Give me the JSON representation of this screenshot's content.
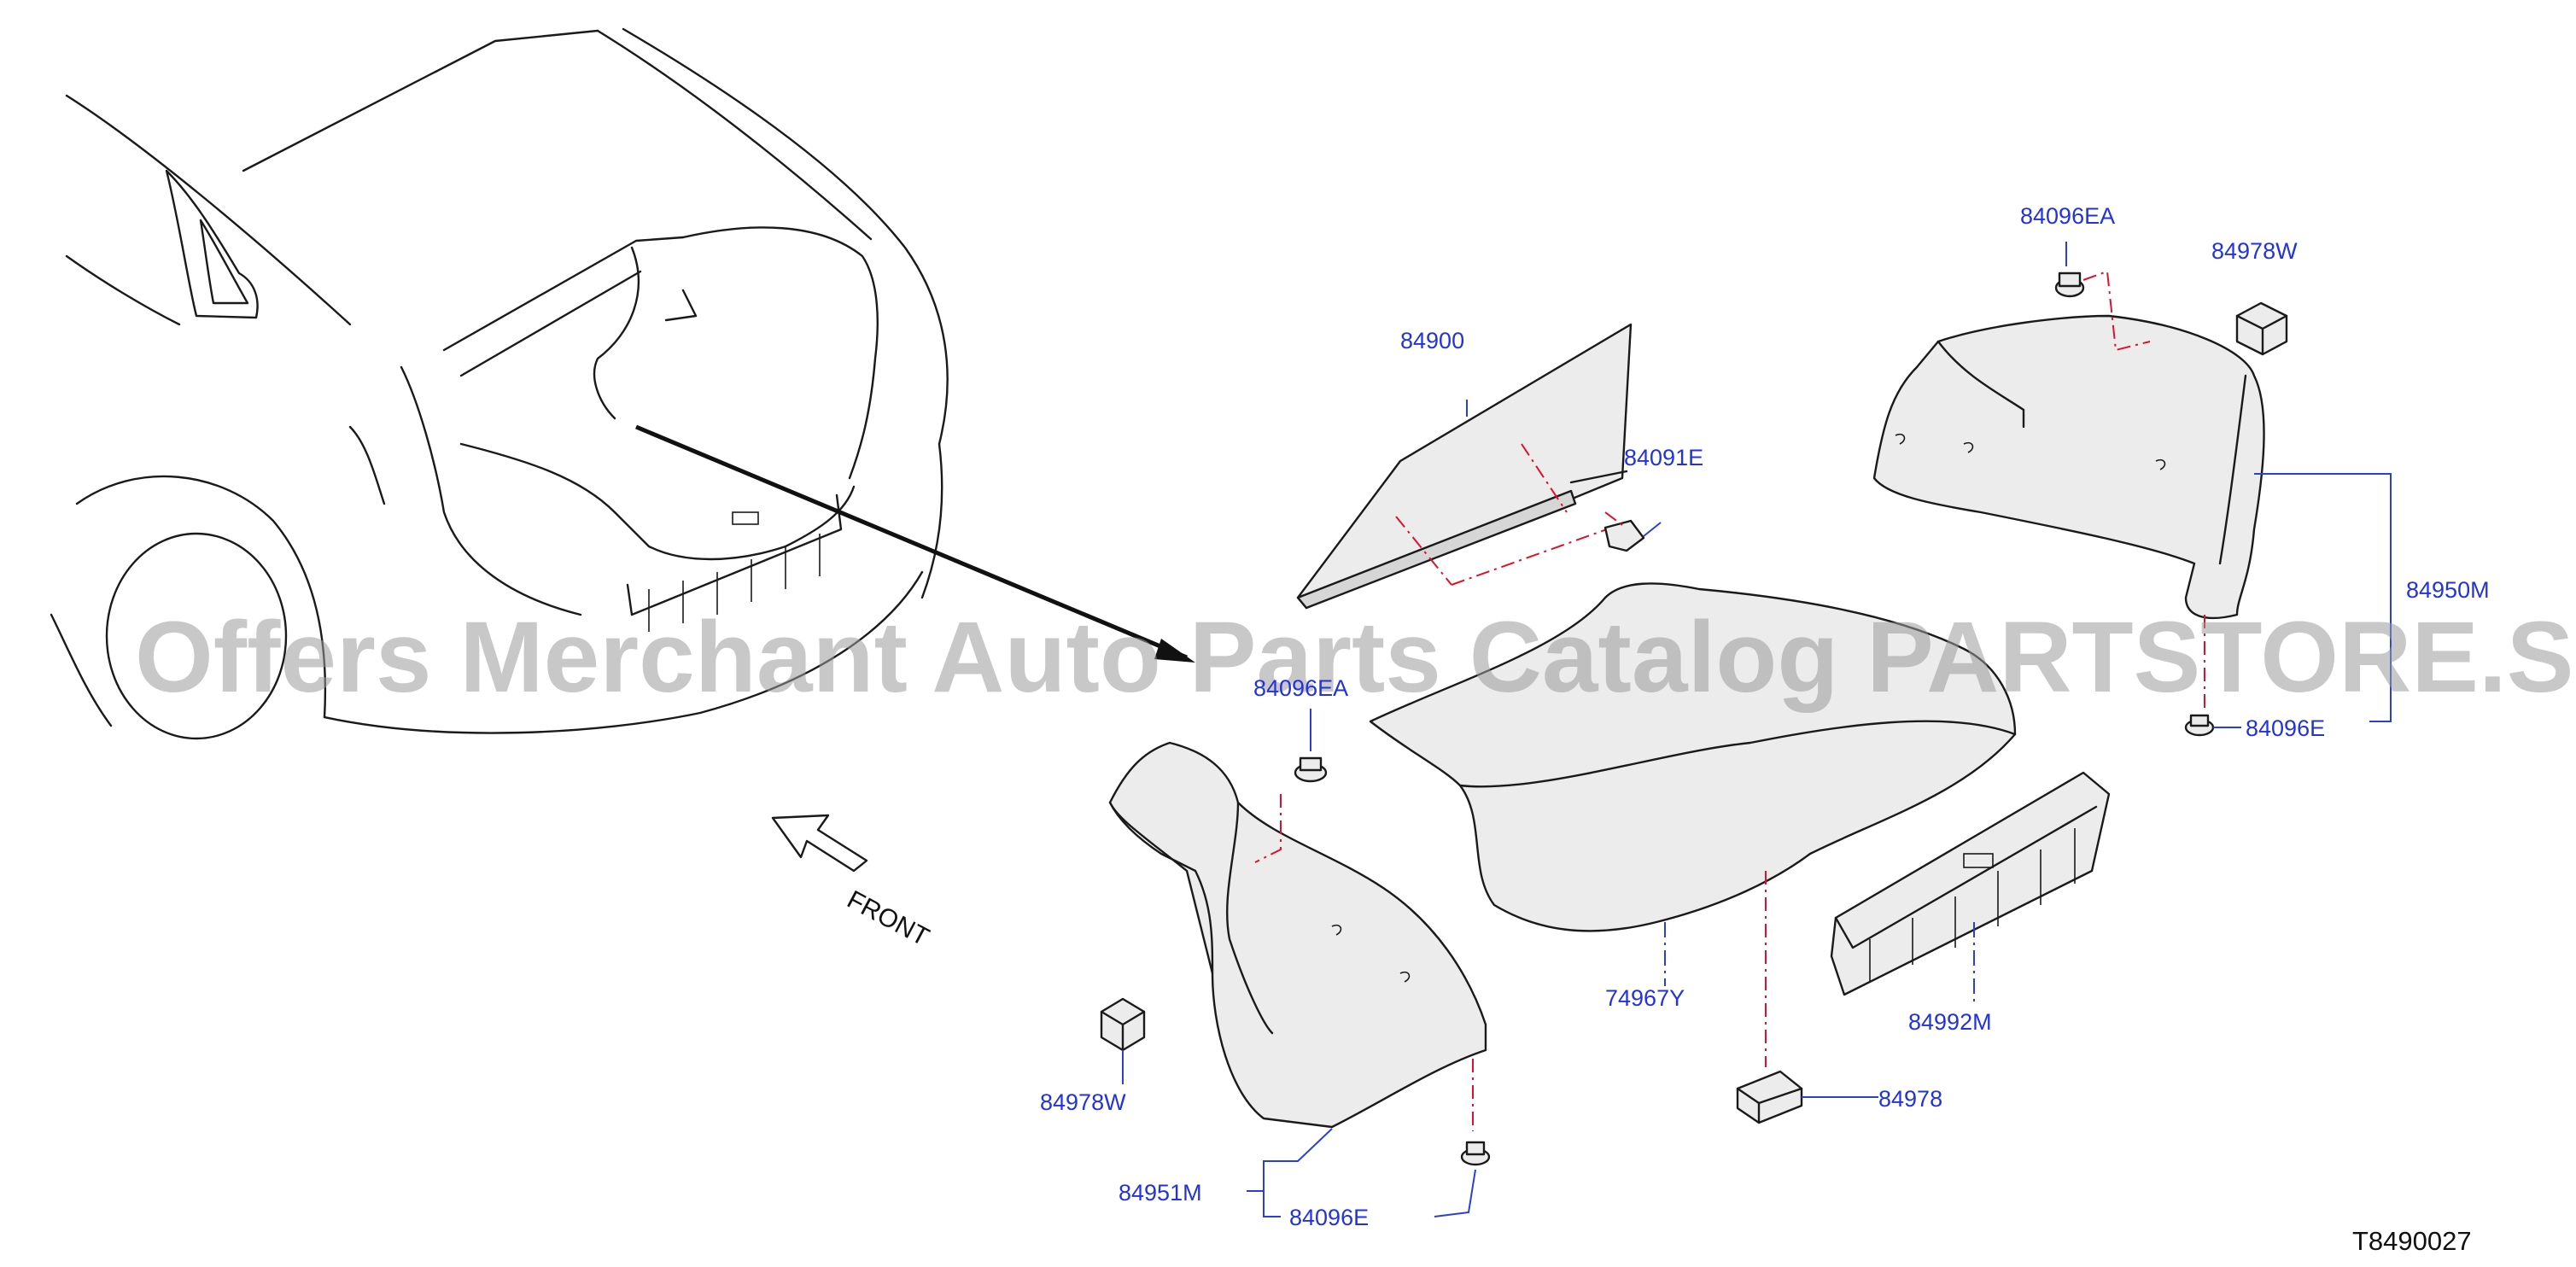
{
  "watermark": "Offers Merchant Auto Parts Catalog PARTSTORE.SA",
  "diagram_code": "T8490027",
  "front_label": "FRONT",
  "parts": {
    "p84900": "84900",
    "p84091E": "84091E",
    "p84096EA_top": "84096EA",
    "p84978W_top": "84978W",
    "p84950M": "84950M",
    "p84096E_right": "84096E",
    "p84096EA_left": "84096EA",
    "p74967Y": "74967Y",
    "p84992M": "84992M",
    "p84978": "84978",
    "p84978W_left": "84978W",
    "p84951M": "84951M",
    "p84096E_bottom": "84096E"
  },
  "colors": {
    "label": "#2233dd",
    "leader": "#2a3fd6",
    "center_line": "#e0102a",
    "outline": "#1a1a1a"
  }
}
